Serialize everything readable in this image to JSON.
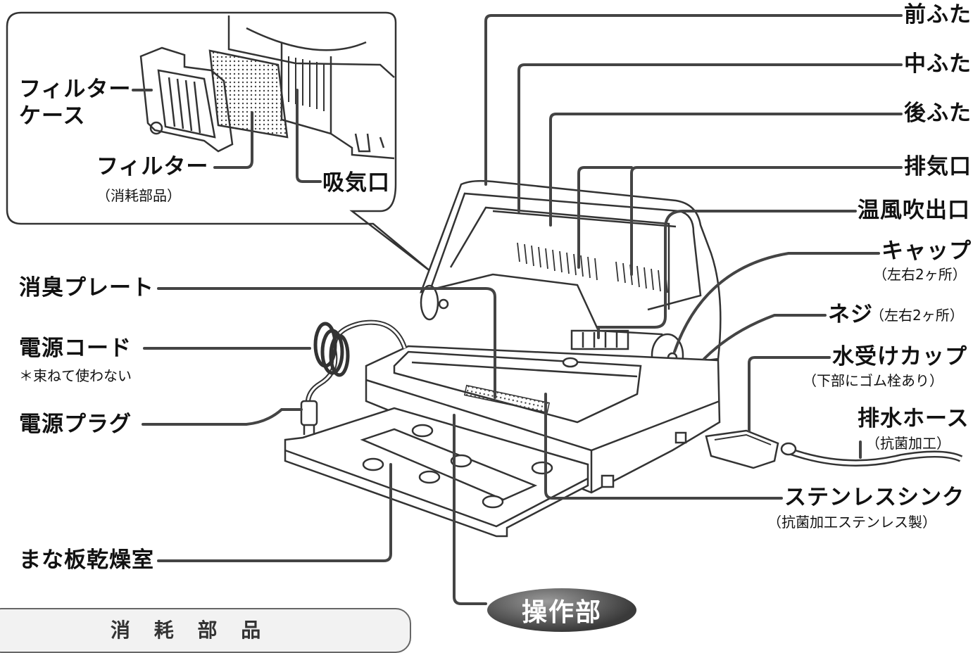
{
  "inset": {
    "filter_case": [
      "フィルター",
      "ケース"
    ],
    "filter": "フィルター",
    "filter_note": "（消耗部品）",
    "intake": "吸気口"
  },
  "right_labels": {
    "front_lid": "前ふた",
    "middle_lid": "中ふた",
    "rear_lid": "後ふた",
    "exhaust": "排気口",
    "warm_air_outlet": "温風吹出口",
    "cap": "キャップ",
    "cap_note": "（左右2ヶ所）",
    "screw": "ネジ",
    "screw_note": "（左右2ヶ所）",
    "water_cup": "水受けカップ",
    "water_cup_note": "（下部にゴム栓あり）",
    "drain_hose": "排水ホース",
    "drain_hose_note": "（抗菌加工）",
    "sink": "ステンレスシンク",
    "sink_note": "（抗菌加工ステンレス製）"
  },
  "left_labels": {
    "deodorizing_plate": "消臭プレート",
    "power_cord": "電源コード",
    "power_cord_note": "＊束ねて使わない",
    "power_plug": "電源プラグ",
    "cutting_board_room": "まな板乾燥室"
  },
  "control_panel": "操作部",
  "consumables_heading": "消 耗 部 品"
}
